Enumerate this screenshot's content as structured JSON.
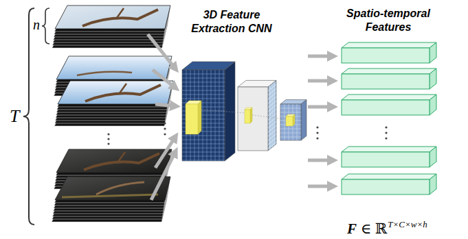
{
  "diagram": {
    "labels": [
      "T",
      "n",
      "3D Feature Extraction CNN",
      "Spatio-temporal Features",
      "F",
      "∈ ℝ",
      "T×C×w×h"
    ]
  }
}
